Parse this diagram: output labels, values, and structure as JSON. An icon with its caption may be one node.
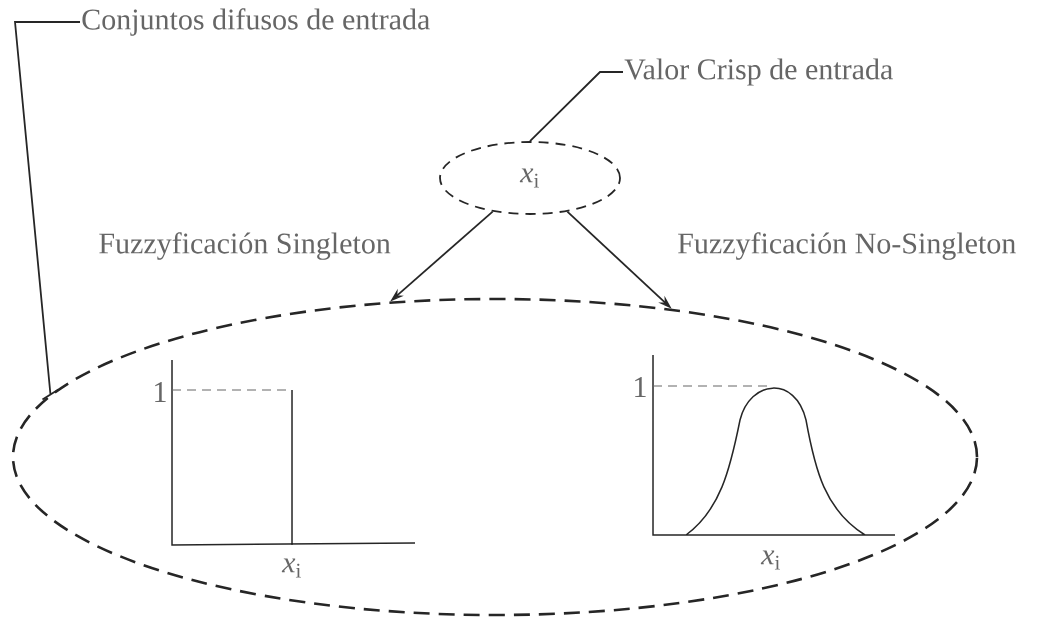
{
  "diagram": {
    "nodes": [
      {
        "text": [
          "Conjuntos difusos de entrada"
        ]
      },
      {
        "text": [
          "Valor Crisp de entrada"
        ]
      },
      {
        "text": [
          "*x*$_{i}$"
        ]
      },
      {
        "text": [],
        "shape": "ellipse"
      }
    ],
    "edges": [
      {
        "from": 0,
        "to": 3,
        "arrow": "none"
      },
      {
        "from": 1,
        "to": 2,
        "arrow": "none"
      },
      {
        "from": 2,
        "to": 3,
        "arrow": "to",
        "label": "Fuzzyficación Singleton"
      },
      {
        "from": 2,
        "to": 3,
        "arrow": "to",
        "label": "Fuzzyficación No-Singleton"
      }
    ],
    "labels": [
      "1",
      "*x*$_{i}$",
      "1",
      "*x*$_{i}$"
    ]
  }
}
